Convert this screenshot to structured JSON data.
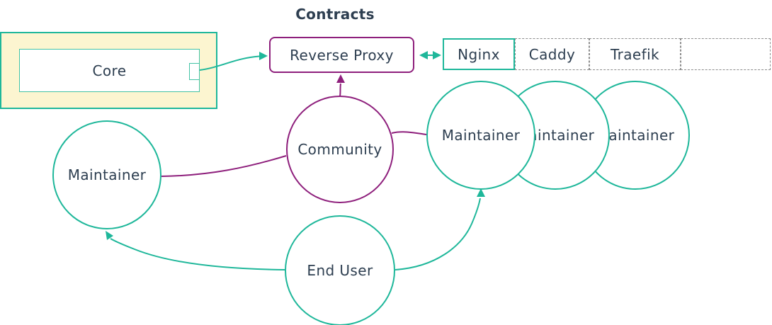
{
  "title": "Contracts",
  "colors": {
    "teal": "#1eb79a",
    "teal_soft": "#43c3a5",
    "purple": "#8e1f7c",
    "text": "#2d3e50",
    "subgraph_fill": "#fcf5d0",
    "cell_border": "#8c8c8c",
    "bg": "#ffffff"
  },
  "nodes": {
    "core": {
      "label": "Core"
    },
    "reverse_proxy": {
      "label": "Reverse Proxy"
    },
    "proxy_options": [
      {
        "label": "Nginx"
      },
      {
        "label": "Caddy"
      },
      {
        "label": "Traefik"
      },
      {
        "label": ""
      }
    ],
    "community": {
      "label": "Community"
    },
    "maintainer_left": {
      "label": "Maintainer"
    },
    "maintainers_right": [
      {
        "label": "Maintainer"
      },
      {
        "label": "Maintainer"
      },
      {
        "label": "Maintainer"
      }
    ],
    "end_user": {
      "label": "End User"
    }
  },
  "edges": [
    {
      "from": "Core",
      "to": "Reverse Proxy",
      "type": "arrow",
      "color": "teal"
    },
    {
      "from": "Reverse Proxy",
      "to": "Nginx",
      "type": "double-arrow",
      "color": "teal"
    },
    {
      "from": "Community",
      "to": "Reverse Proxy",
      "type": "arrow",
      "color": "purple"
    },
    {
      "from": "Maintainer (left)",
      "to": "Community",
      "type": "line",
      "color": "purple"
    },
    {
      "from": "Community",
      "to": "Maintainer (right)",
      "type": "line",
      "color": "purple"
    },
    {
      "from": "End User",
      "to": "Maintainer (left)",
      "type": "arrow",
      "color": "teal"
    },
    {
      "from": "End User",
      "to": "Maintainer (right)",
      "type": "arrow",
      "color": "teal"
    }
  ]
}
